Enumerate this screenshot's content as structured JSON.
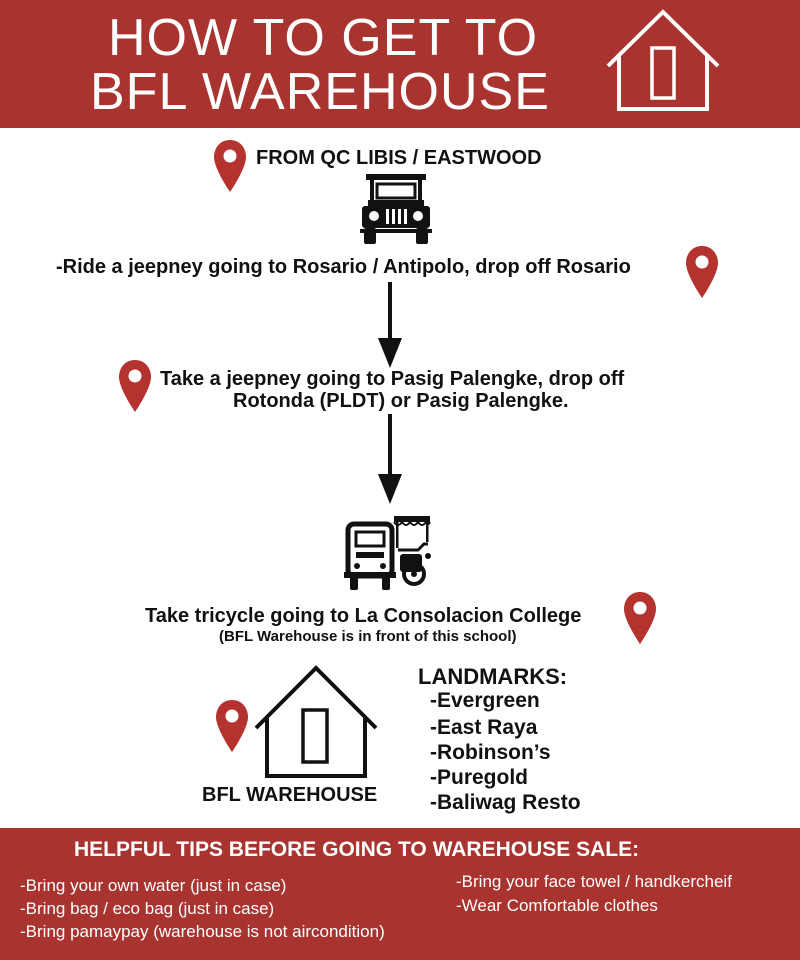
{
  "header": {
    "title_line1": "HOW TO GET TO",
    "title_line2": "BFL WAREHOUSE"
  },
  "steps": {
    "step1_title": "FROM QC LIBIS / EASTWOOD",
    "step1_text": "-Ride a jeepney going to Rosario / Antipolo, drop off Rosario",
    "step2_line1": "Take a jeepney going to Pasig Palengke, drop off",
    "step2_line2": "Rotonda (PLDT) or Pasig Palengke.",
    "step3_text": "Take tricycle going to La Consolacion College",
    "step3_note": "(BFL Warehouse is in front of this school)",
    "destination_label": "BFL WAREHOUSE"
  },
  "landmarks": {
    "title": "LANDMARKS:",
    "items": [
      "-Evergreen",
      "-East Raya",
      "-Robinson’s",
      "-Puregold",
      "-Baliwag Resto"
    ]
  },
  "tips": {
    "title": "HELPFUL TIPS BEFORE GOING TO WAREHOUSE SALE:",
    "left": [
      "-Bring your own water (just in case)",
      "-Bring bag / eco bag (just in case)",
      "-Bring pamaypay (warehouse is not aircondition)"
    ],
    "right": [
      "-Bring your face towel / handkercheif",
      "-Wear Comfortable clothes"
    ]
  },
  "colors": {
    "brand_red": "#a8332f",
    "pin_red": "#b5332e",
    "text": "#111111",
    "white": "#ffffff"
  },
  "icons": [
    "house-icon",
    "location-pin-icon",
    "jeepney-icon",
    "tricycle-icon",
    "arrow-down-icon"
  ]
}
